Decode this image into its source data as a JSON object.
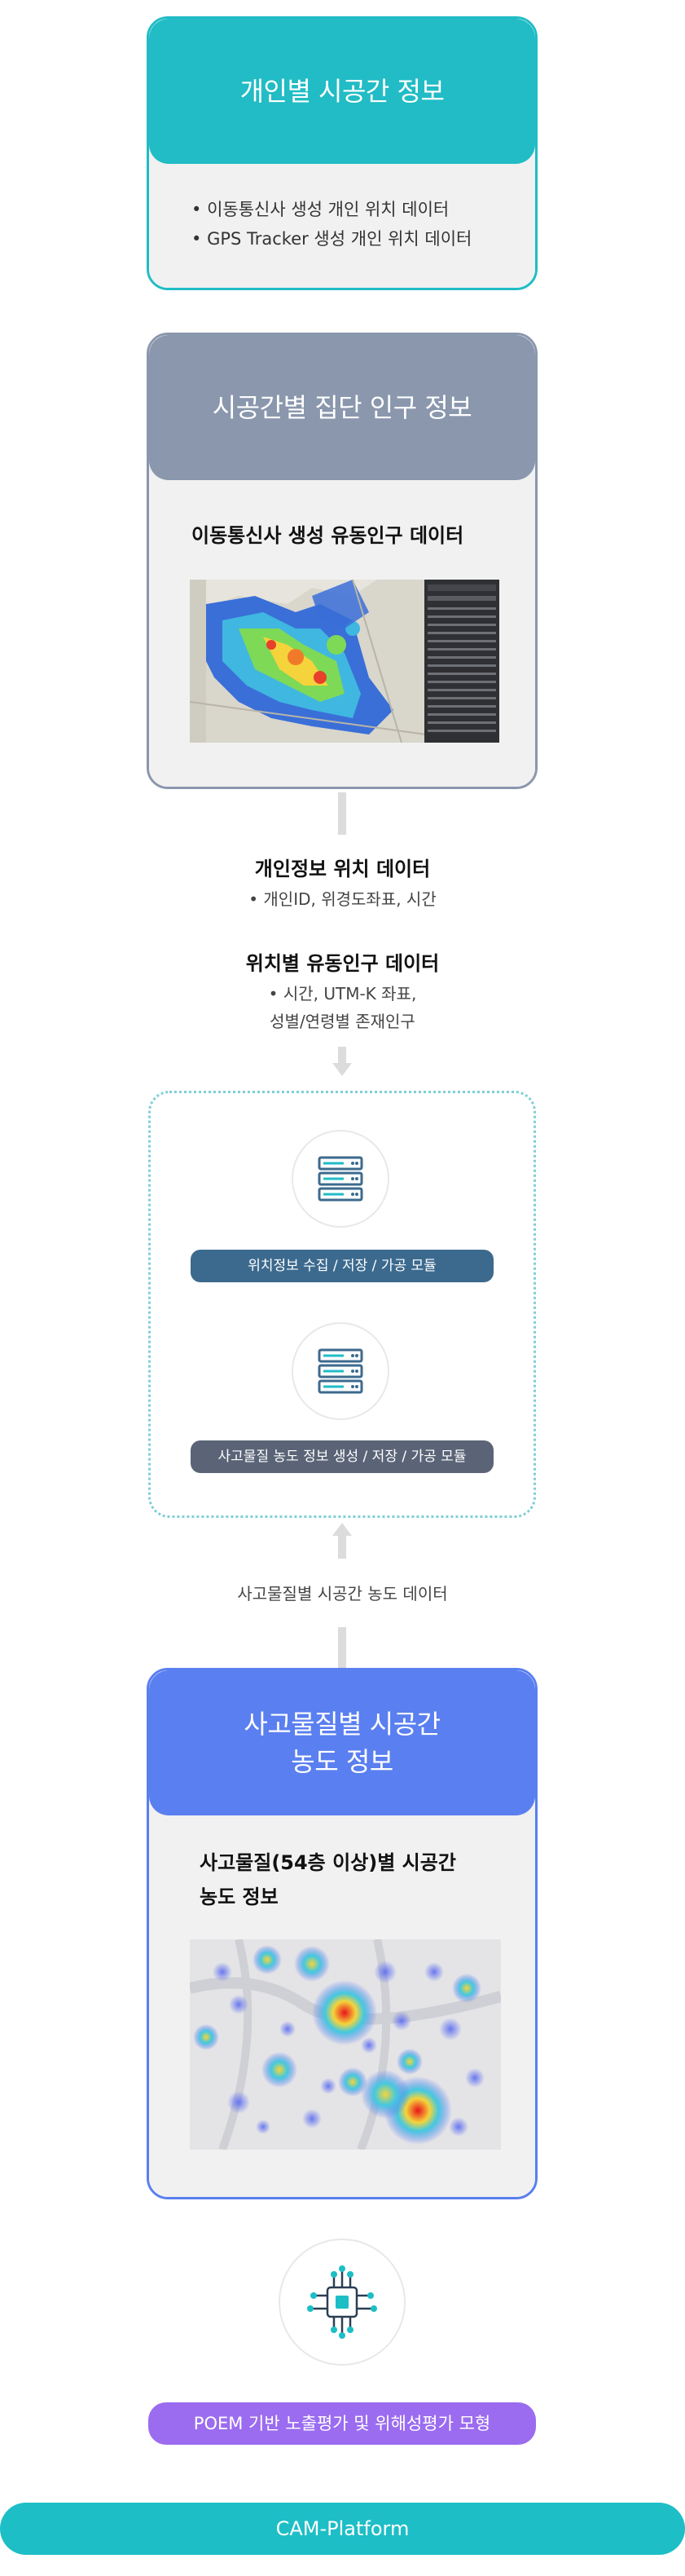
{
  "card1": {
    "title": "개인별 시공간 정보",
    "bullets": [
      "이동통신사 생성 개인 위치 데이터",
      "GPS Tracker 생성 개인 위치 데이터"
    ]
  },
  "card2": {
    "title": "시공간별 집단 인구 정보",
    "subtitle": "이동통신사 생성 유동인구 데이터"
  },
  "mid1": {
    "title": "개인정보 위치 데이터",
    "text": "• 개인ID, 위경도좌표, 시간"
  },
  "mid2": {
    "title": "위치별 유동인구 데이터",
    "line1": "• 시간, UTM-K 좌표,",
    "line2": "성별/연령별 존재인구"
  },
  "modules": {
    "module1": "위치정보 수집 / 저장 / 가공 모듈",
    "module2": "사고물질 농도 정보 생성 / 저장 / 가공 모듈"
  },
  "mid3": {
    "text": "사고물질별 시공간 농도 데이터"
  },
  "card3": {
    "title_line1": "사고물질별 시공간",
    "title_line2": "농도 정보",
    "subtitle_line1": "사고물질(54층 이상)별 시공간",
    "subtitle_line2": "농도 정보"
  },
  "poem": {
    "label": "POEM 기반 노출평가 및 위해성평가 모형"
  },
  "platform": {
    "label": "CAM-Platform"
  },
  "colors": {
    "teal": "#21bcc5",
    "slate": "#8a97ad",
    "blue": "#5a7ff0",
    "module1": "#3c6a8e",
    "module2": "#5b6477",
    "purple": "#9b6cf0",
    "platform": "#1dbec6"
  }
}
